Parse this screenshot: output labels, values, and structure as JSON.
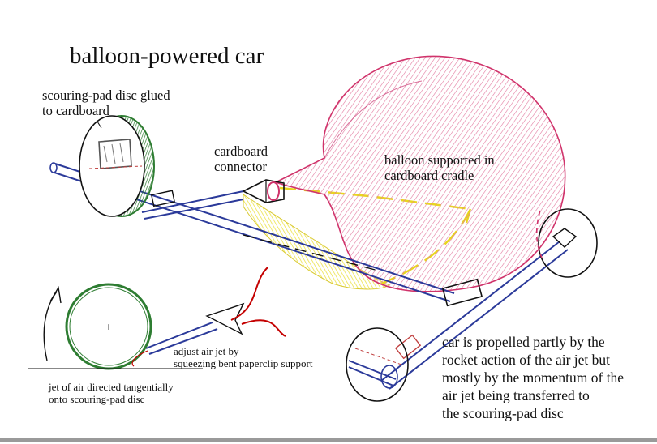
{
  "title": "balloon-powered car",
  "labels": {
    "scouring_pad": "scouring-pad disc glued\nto cardboard",
    "connector": "cardboard\nconnector",
    "balloon": "balloon supported in\n   cardboard cradle",
    "adjust": "adjust air jet by\nsqueezing bent paperclip support",
    "jet": "jet of air directed tangentially\nonto scouring-pad disc",
    "propelled": "car is propelled partly by the\nrocket action of the air jet but\nmostly by the momentum of the\nair jet being transferred to\nthe scouring-pad disc"
  },
  "colors": {
    "ink": "#111111",
    "axle_blue": "#2b3a9a",
    "balloon_pink": "#d0336b",
    "cradle_yellow": "#e8e23c",
    "pad_green": "#2e7d32",
    "jet_red": "#c40000"
  }
}
